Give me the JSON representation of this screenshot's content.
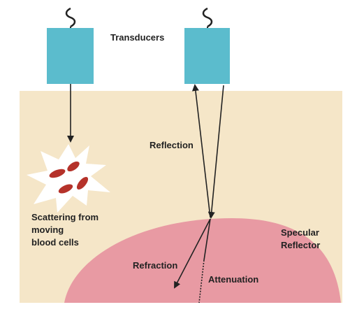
{
  "labels": {
    "transducers": "Transducers",
    "reflection": "Reflection",
    "scattering_line1": "Scattering from",
    "scattering_line2": "moving",
    "scattering_line3": "blood cells",
    "specular_line1": "Specular",
    "specular_line2": "Reflector",
    "refraction": "Refraction",
    "attenuation": "Attenuation"
  },
  "colors": {
    "tissue": "#f5e6c8",
    "transducer": "#5bbccd",
    "reflector": "#e89aa3",
    "blood_cell": "#b5322a",
    "scatter": "#ffffff",
    "line": "#222222"
  },
  "icons": {
    "wire": "squiggle-wire-icon",
    "transducer": "transducer-block-icon"
  }
}
